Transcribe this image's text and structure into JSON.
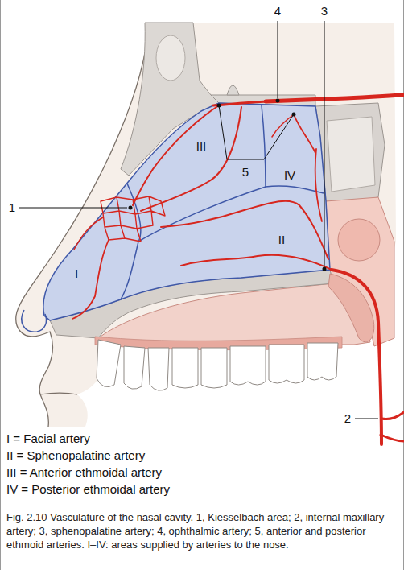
{
  "diagram": {
    "caption": "Fig. 2.10 Vasculature of the nasal cavity. 1, Kiesselbach area; 2, internal maxillary artery; 3, sphenopalatine artery; 4, ophthalmic artery; 5, anterior and posterior ethmoid arteries. I–IV: areas supplied by arteries to the nose.",
    "labels": [
      "4",
      "3",
      "III",
      "5",
      "IV",
      "1",
      "I",
      "II",
      "2",
      "I = Facial artery",
      "II = Sphenopalatine artery",
      "III = Anterior ethmoidal artery",
      "IV = Posterior ethmoidal artery"
    ]
  }
}
